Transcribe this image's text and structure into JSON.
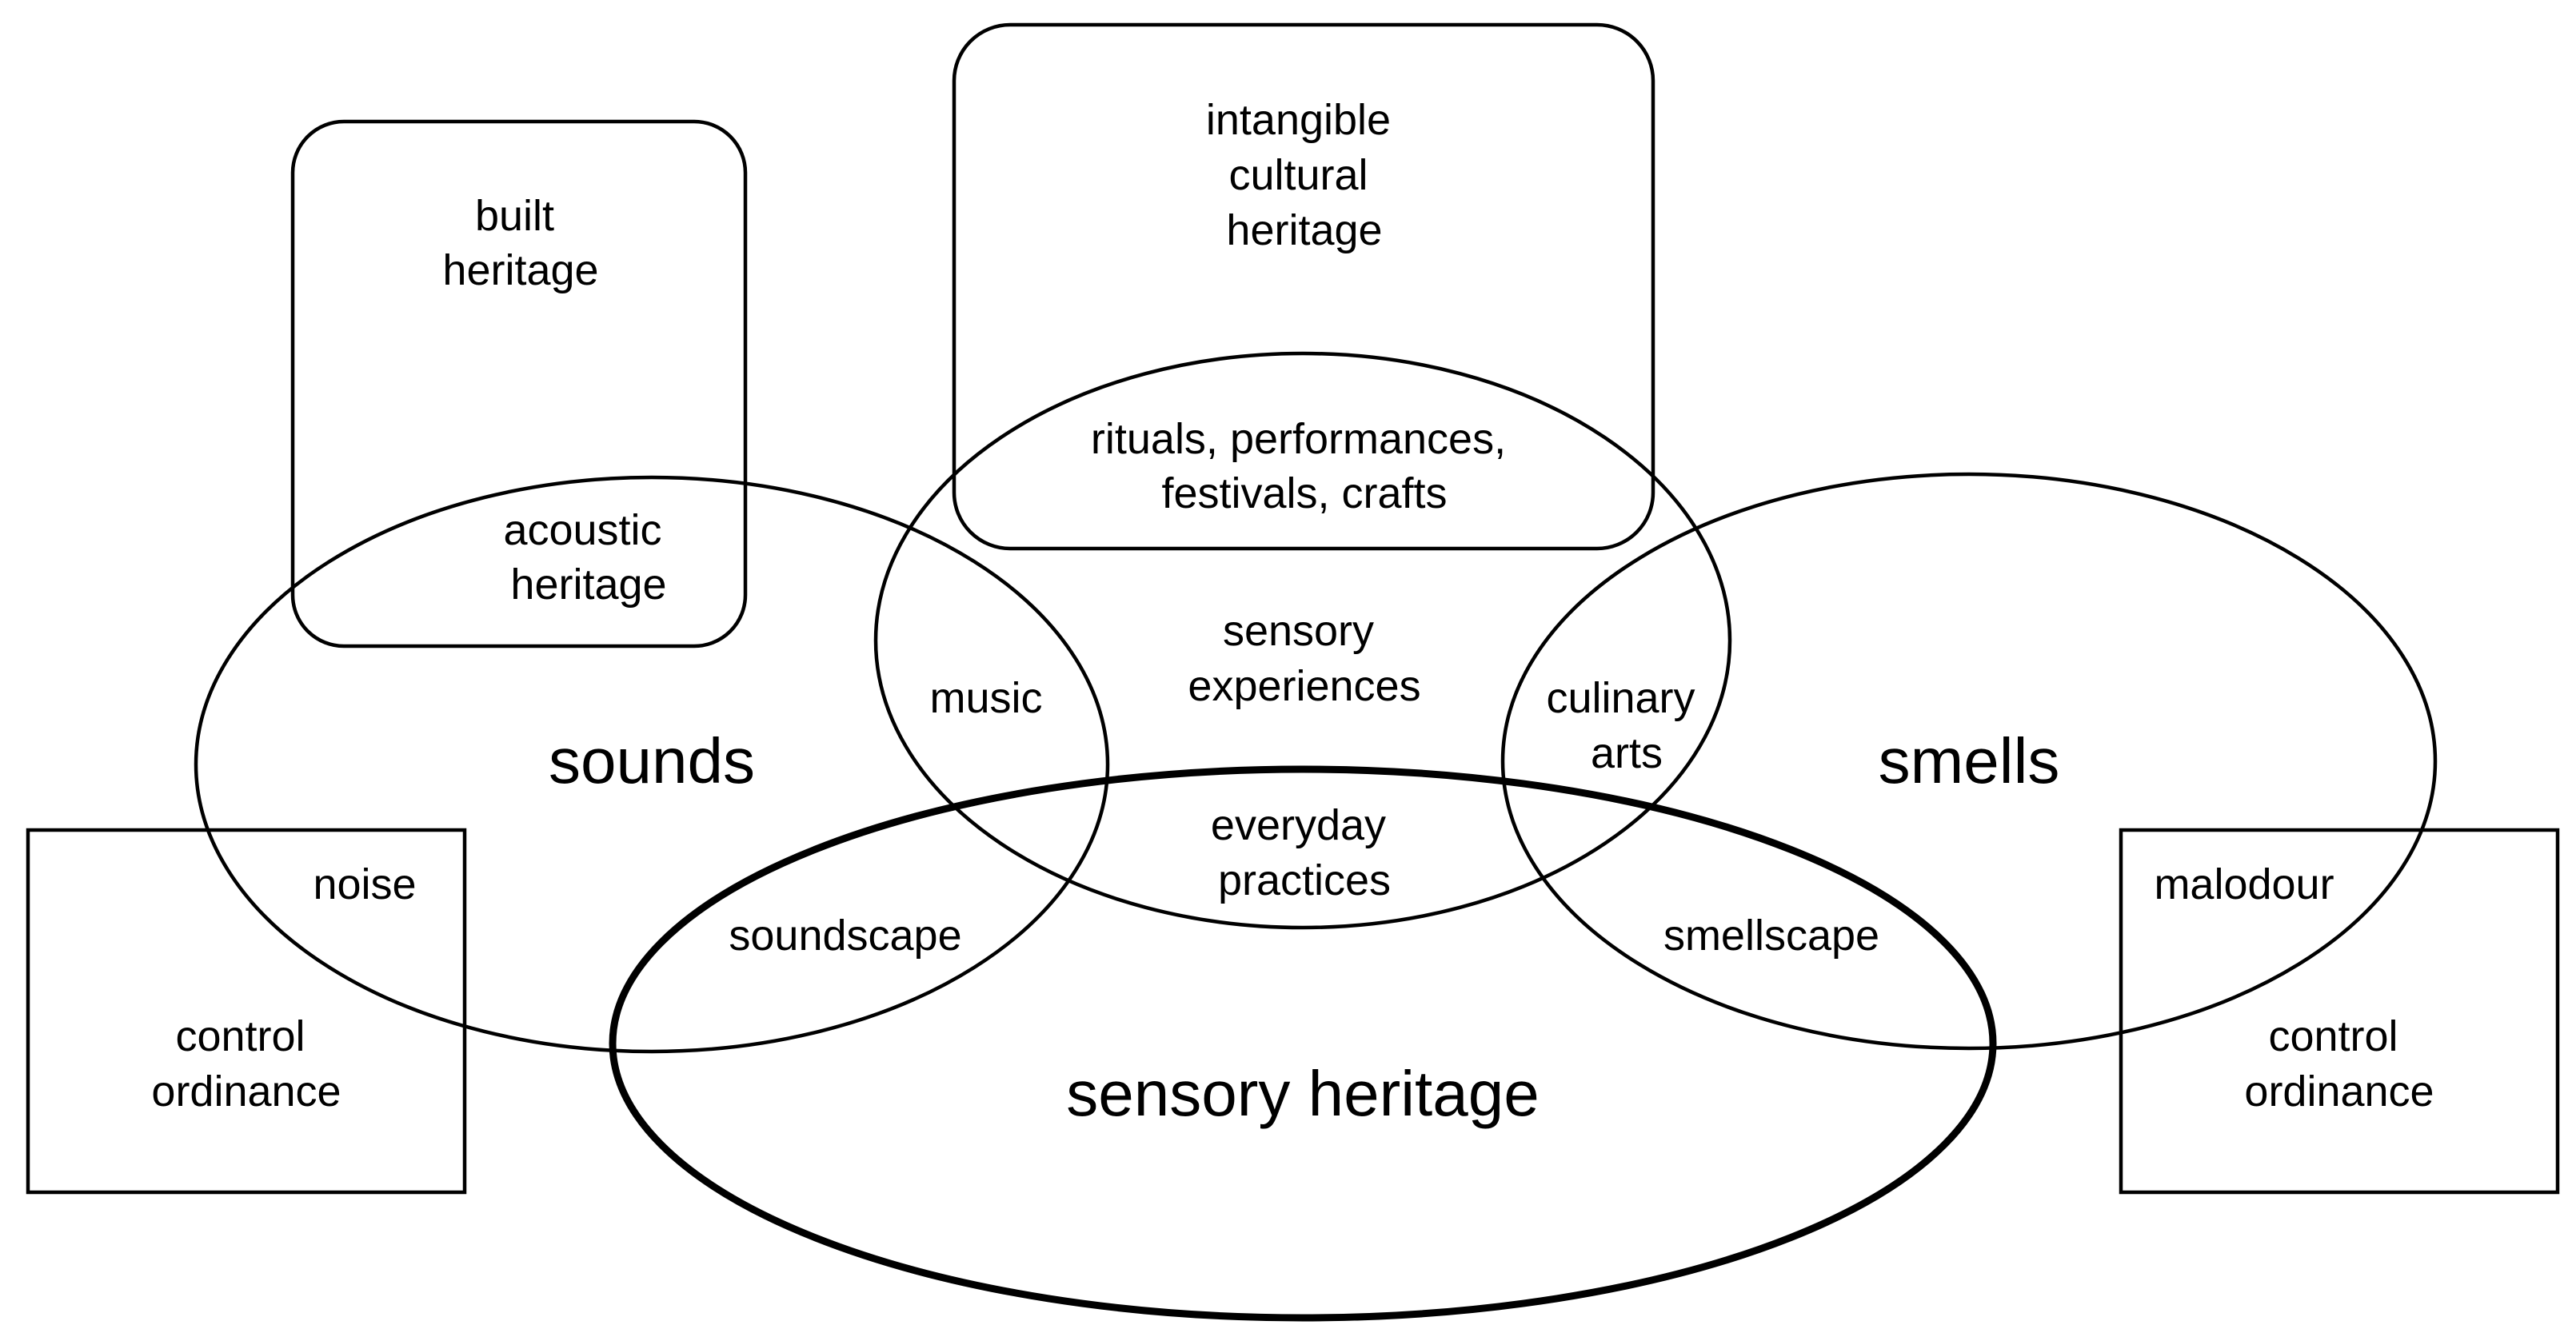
{
  "labels": {
    "built_heritage": [
      "built",
      "heritage"
    ],
    "intangible_cultural_heritage": [
      "intangible",
      "cultural",
      "heritage"
    ],
    "rituals": [
      "rituals, performances,",
      "festivals, crafts"
    ],
    "acoustic_heritage": [
      "acoustic",
      "heritage"
    ],
    "sensory_experiences": [
      "sensory",
      "experiences"
    ],
    "music": "music",
    "culinary_arts": [
      "culinary",
      "arts"
    ],
    "sounds": "sounds",
    "smells": "smells",
    "everyday_practices": [
      "everyday",
      "practices"
    ],
    "noise": "noise",
    "malodour": "malodour",
    "soundscape": "soundscape",
    "smellscape": "smellscape",
    "control_ordinance_left": [
      "control",
      "ordinance"
    ],
    "control_ordinance_right": [
      "control",
      "ordinance"
    ],
    "sensory_heritage": "sensory heritage"
  }
}
